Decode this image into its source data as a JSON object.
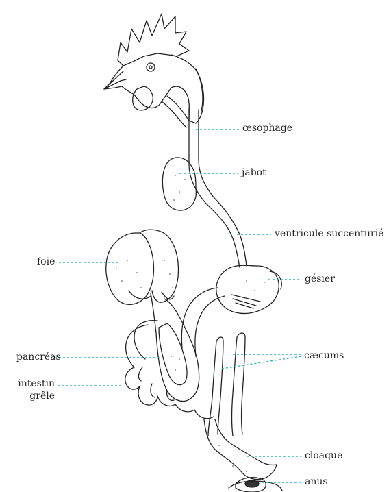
{
  "labels": {
    "oesophage": "œsophage",
    "jabot": "jabot",
    "ventricule": "ventricule succenturié",
    "foie": "foie",
    "gesier": "gésier",
    "pancreas": "pancréas",
    "caecums": "cæcums",
    "intestin_line1": "intestin",
    "intestin_line2": "grêle",
    "cloaque": "cloaque",
    "anus": "anus"
  },
  "colors": {
    "ink": "#222222",
    "leader": "#39b6b0"
  }
}
